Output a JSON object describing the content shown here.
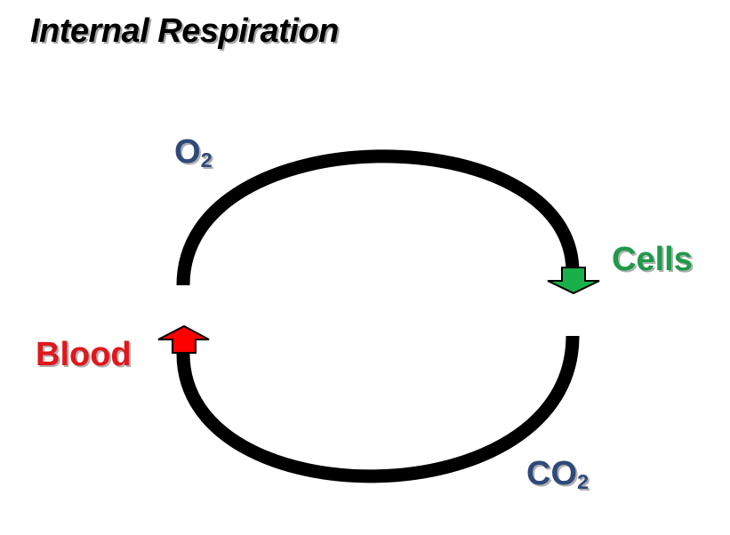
{
  "title": "Internal Respiration",
  "labels": {
    "o2": {
      "base": "O",
      "sub": "2"
    },
    "co2": {
      "base": "CO",
      "sub": "2"
    },
    "cells": "Cells",
    "blood": "Blood"
  },
  "colors": {
    "gas": "#2e4a7a",
    "cells": "#1e9a4a",
    "blood": "#e0171c",
    "arrow_down": "#18b04a",
    "arrow_up": "#ff0000",
    "cycle": "#000000"
  }
}
